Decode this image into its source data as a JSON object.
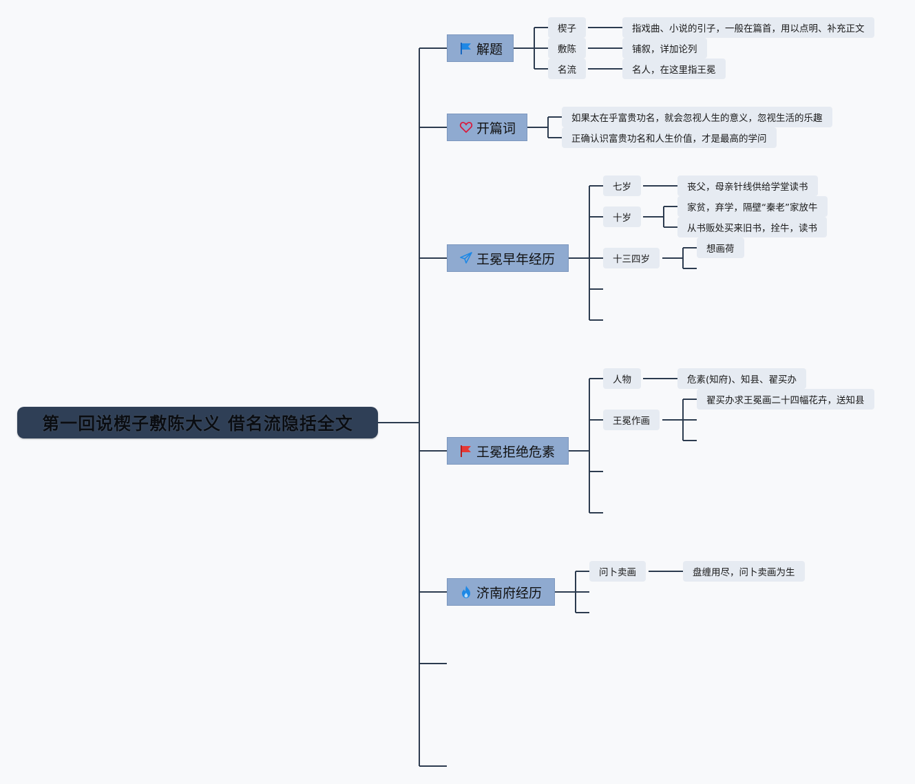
{
  "root": {
    "title": "第一回说楔子敷陈大义 借名流隐括全文"
  },
  "topics": {
    "jieti": {
      "label": "解题",
      "icon": "blue-flag-icon",
      "items": [
        {
          "term": "楔子",
          "desc": "指戏曲、小说的引子，一般在篇首，用以点明、补充正文"
        },
        {
          "term": "敷陈",
          "desc": "铺叙，详加论列"
        },
        {
          "term": "名流",
          "desc": "名人，在这里指王冕"
        }
      ]
    },
    "kaipianci": {
      "label": "开篇词",
      "icon": "heart-icon",
      "items": [
        "如果太在乎富贵功名，就会忽视人生的意义，忽视生活的乐趣",
        "正确认识富贵功名和人生价值，才是最高的学问"
      ]
    },
    "zaonian": {
      "label": "王冕早年经历",
      "icon": "paper-plane-icon",
      "qisui": {
        "label": "七岁",
        "desc": "丧父，母亲针线供给学堂读书"
      },
      "shisui": {
        "label": "十岁",
        "desc1": "家贫，弃学，隔壁“秦老”家放牛",
        "desc2": "从书贩处买来旧书，拴牛，读书"
      },
      "shisansisui": {
        "label": "十三四岁",
        "desc": "想画荷"
      }
    },
    "jujue": {
      "label": "王冕拒绝危素",
      "icon": "red-flag-icon",
      "renwu": {
        "label": "人物",
        "desc": "危素(知府)、知县、翟买办"
      },
      "zuohua": {
        "label": "王冕作画",
        "desc": "翟买办求王冕画二十四幅花卉，送知县"
      }
    },
    "jinan": {
      "label": "济南府经历",
      "icon": "flame-icon",
      "wenbu": {
        "label": "问卜卖画",
        "desc": "盘缠用尽，问卜卖画为生"
      }
    }
  },
  "colors": {
    "root_bg": "#2f3f56",
    "topic_bg": "#8faad0",
    "sub_bg": "#e6ebf2",
    "line": "#2b3a4e"
  }
}
